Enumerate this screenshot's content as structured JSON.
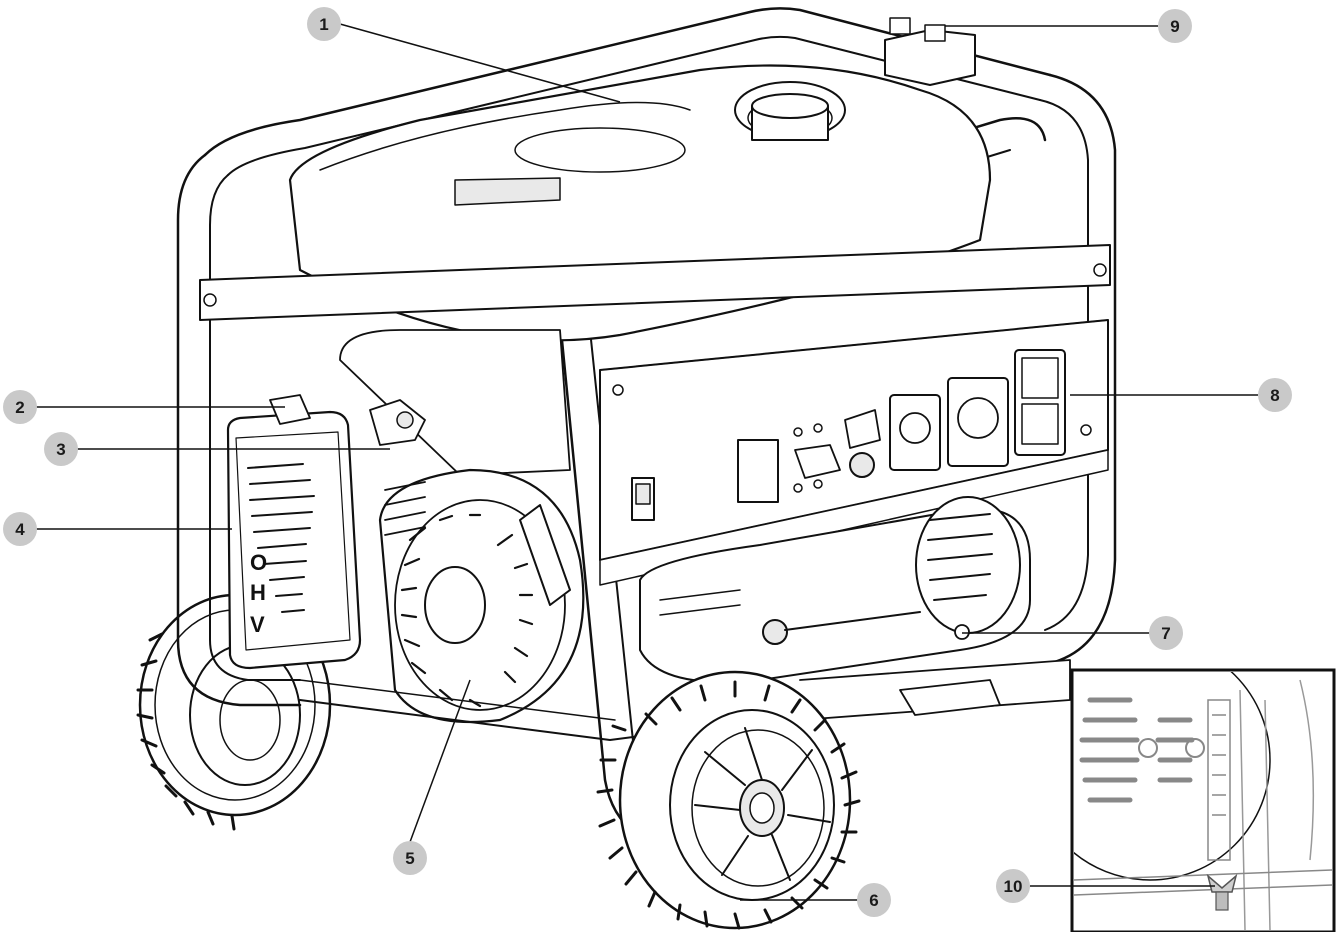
{
  "figure": {
    "subject": "generator",
    "engine_label": [
      "O",
      "H",
      "V"
    ]
  },
  "callouts": [
    {
      "id": "1",
      "label": "1"
    },
    {
      "id": "2",
      "label": "2"
    },
    {
      "id": "3",
      "label": "3"
    },
    {
      "id": "4",
      "label": "4"
    },
    {
      "id": "5",
      "label": "5"
    },
    {
      "id": "6",
      "label": "6"
    },
    {
      "id": "7",
      "label": "7"
    },
    {
      "id": "8",
      "label": "8"
    },
    {
      "id": "9",
      "label": "9"
    },
    {
      "id": "10",
      "label": "10"
    }
  ],
  "colors": {
    "callout_fill": "#c9c9c9",
    "line": "#111111",
    "background": "#ffffff"
  }
}
